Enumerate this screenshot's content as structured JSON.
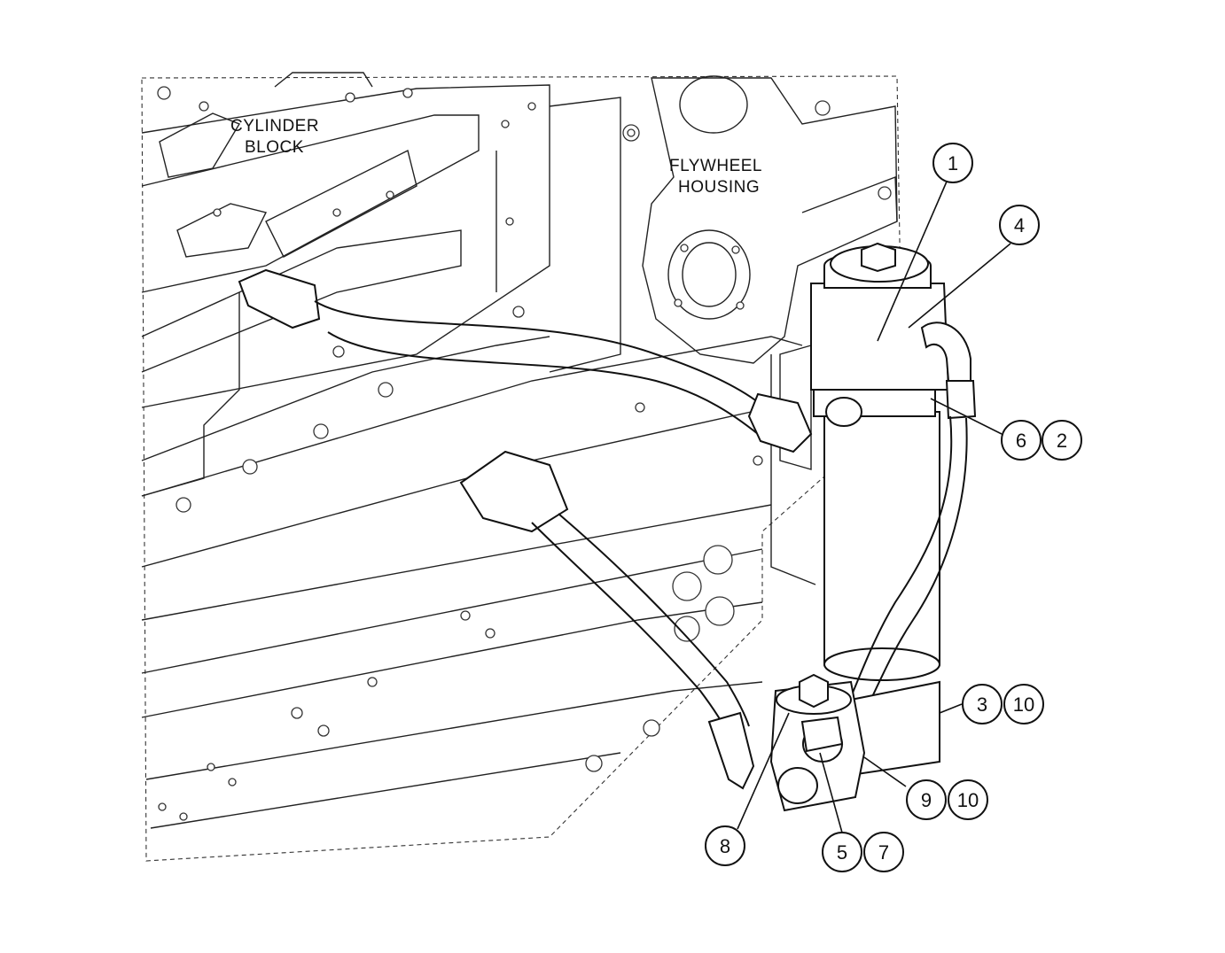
{
  "labels": {
    "cylinder_block_line1": "CYLINDER",
    "cylinder_block_line2": "BLOCK",
    "flywheel_housing_line1": "FLYWHEEL",
    "flywheel_housing_line2": "HOUSING"
  },
  "callouts": {
    "c1": "1",
    "c4": "4",
    "c6": "6",
    "c2": "2",
    "c3": "3",
    "c10a": "10",
    "c9": "9",
    "c10b": "10",
    "c8": "8",
    "c5": "5",
    "c7": "7"
  }
}
